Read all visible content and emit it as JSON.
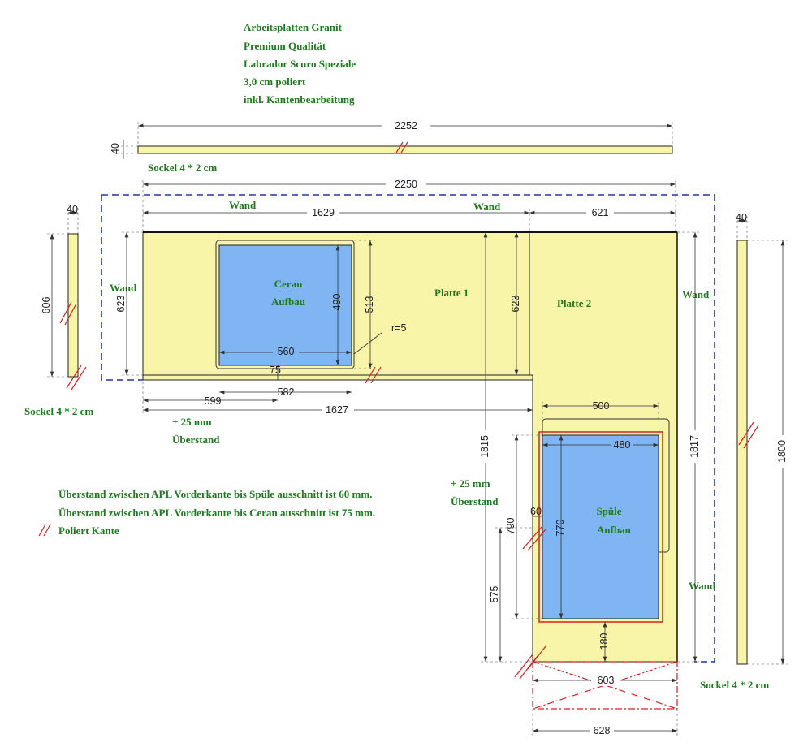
{
  "notes": {
    "line1": "Arbeitsplatten Granit",
    "line2": "Premium Qualität",
    "line3": "Labrador Scuro Speziale",
    "line4": "3,0 cm poliert",
    "line5": "inkl. Kantenbearbeitung"
  },
  "labels": {
    "sockel": "Sockel 4 * 2 cm",
    "wand": "Wand",
    "platte1": "Platte 1",
    "platte2": "Platte 2",
    "ceran1": "Ceran",
    "ceran2": "Aufbau",
    "spule1": "Spüle",
    "spule2": "Aufbau",
    "ueberstand1": "+ 25 mm",
    "ueberstand2": "Überstand",
    "radius": "r=5"
  },
  "legend": {
    "spule": "Überstand zwischen APL Vorderkante bis Spüle ausschnitt ist 60 mm.",
    "ceran": "Überstand zwischen APL Vorderkante bis Ceran ausschnitt ist 75 mm.",
    "poliert": "Poliert Kante"
  },
  "dims": {
    "sockel_top_len": "2252",
    "sockel_top_w": "40",
    "total_width": "2250",
    "p1_width": "1629",
    "p2_width": "621",
    "left_sockel_w": "40",
    "left_sockel_len": "606",
    "depth_left": "623",
    "ceran_height": "490",
    "ceran_outer_h": "513",
    "ceran_width": "560",
    "ceran_offset": "75",
    "ceran_pos": "599",
    "ceran_outer_w": "582",
    "front_p1": "1627",
    "depth_mid": "623",
    "total_depth_mid": "1815",
    "right_depth": "1817",
    "right_sockel_w": "40",
    "right_sockel_len": "1800",
    "sink_outer_w": "500",
    "sink_inner_w": "480",
    "sink_h": "770",
    "sink_outer_h": "790",
    "sink_offset": "60",
    "sink_to_end": "575",
    "sink_bottom": "180",
    "end_width_inner": "603",
    "end_width": "628"
  }
}
